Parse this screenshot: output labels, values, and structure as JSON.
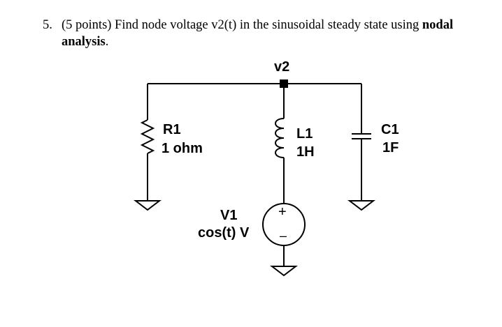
{
  "question": {
    "number": "5.",
    "text": "(5 points) Find node voltage v2(t) in the sinusoidal steady state using",
    "bold_word": "nodal",
    "line2_bold": "analysis",
    "line2_tail": "."
  },
  "circuit": {
    "node_label": "v2",
    "r1_name": "R1",
    "r1_value": "1 ohm",
    "l1_name": "L1",
    "l1_value": "1H",
    "c1_name": "C1",
    "c1_value": "1F",
    "v1_name": "V1",
    "v1_value": "cos(t) V",
    "plus_sign": "+",
    "minus_sign": "–"
  }
}
